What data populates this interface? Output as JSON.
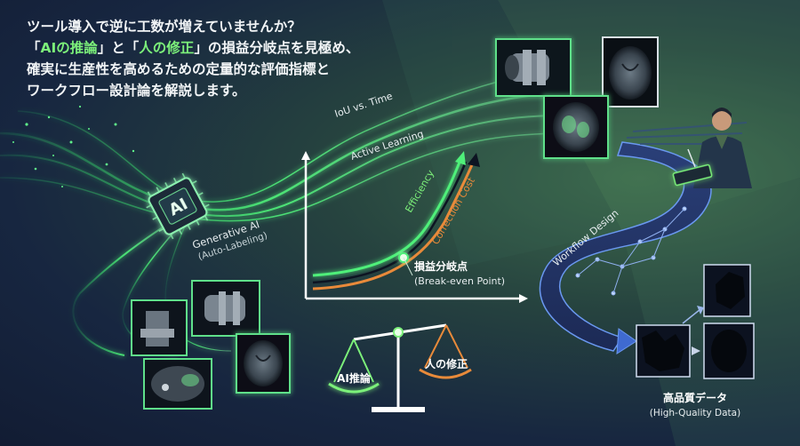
{
  "headline": {
    "line1": "ツール導入で逆に工数が増えていませんか？",
    "line2_open": "「",
    "line2_ai": "AIの推論",
    "line2_mid": "」と「",
    "line2_human": "人の修正",
    "line2_rest": "」の損益分岐点を見極め、",
    "line3": "確実に生産性を高めるための定量的な評価指標と",
    "line4": "ワークフロー設計論を解説します。"
  },
  "chip": {
    "text": "AI",
    "caption": "Generative AI",
    "sub": "(Auto-Labeling)"
  },
  "flow_labels": {
    "iou": "IoU vs. Time",
    "active": "Active Learning",
    "workflow": "Workflow Design"
  },
  "chart_data": {
    "type": "line",
    "series": [
      {
        "name": "Efficiency"
      },
      {
        "name": "Correction Cost"
      }
    ],
    "annotation": {
      "title": "損益分岐点",
      "subtitle": "(Break-even Point)"
    }
  },
  "scale": {
    "left": "AI推論",
    "right": "人の修正"
  },
  "output": {
    "title": "高品質データ",
    "subtitle": "(High-Quality Data)"
  },
  "colors": {
    "accent": "#7cf07a",
    "orange": "#e88a3a",
    "blue": "#5a8ee8",
    "bg": "#15213a"
  }
}
